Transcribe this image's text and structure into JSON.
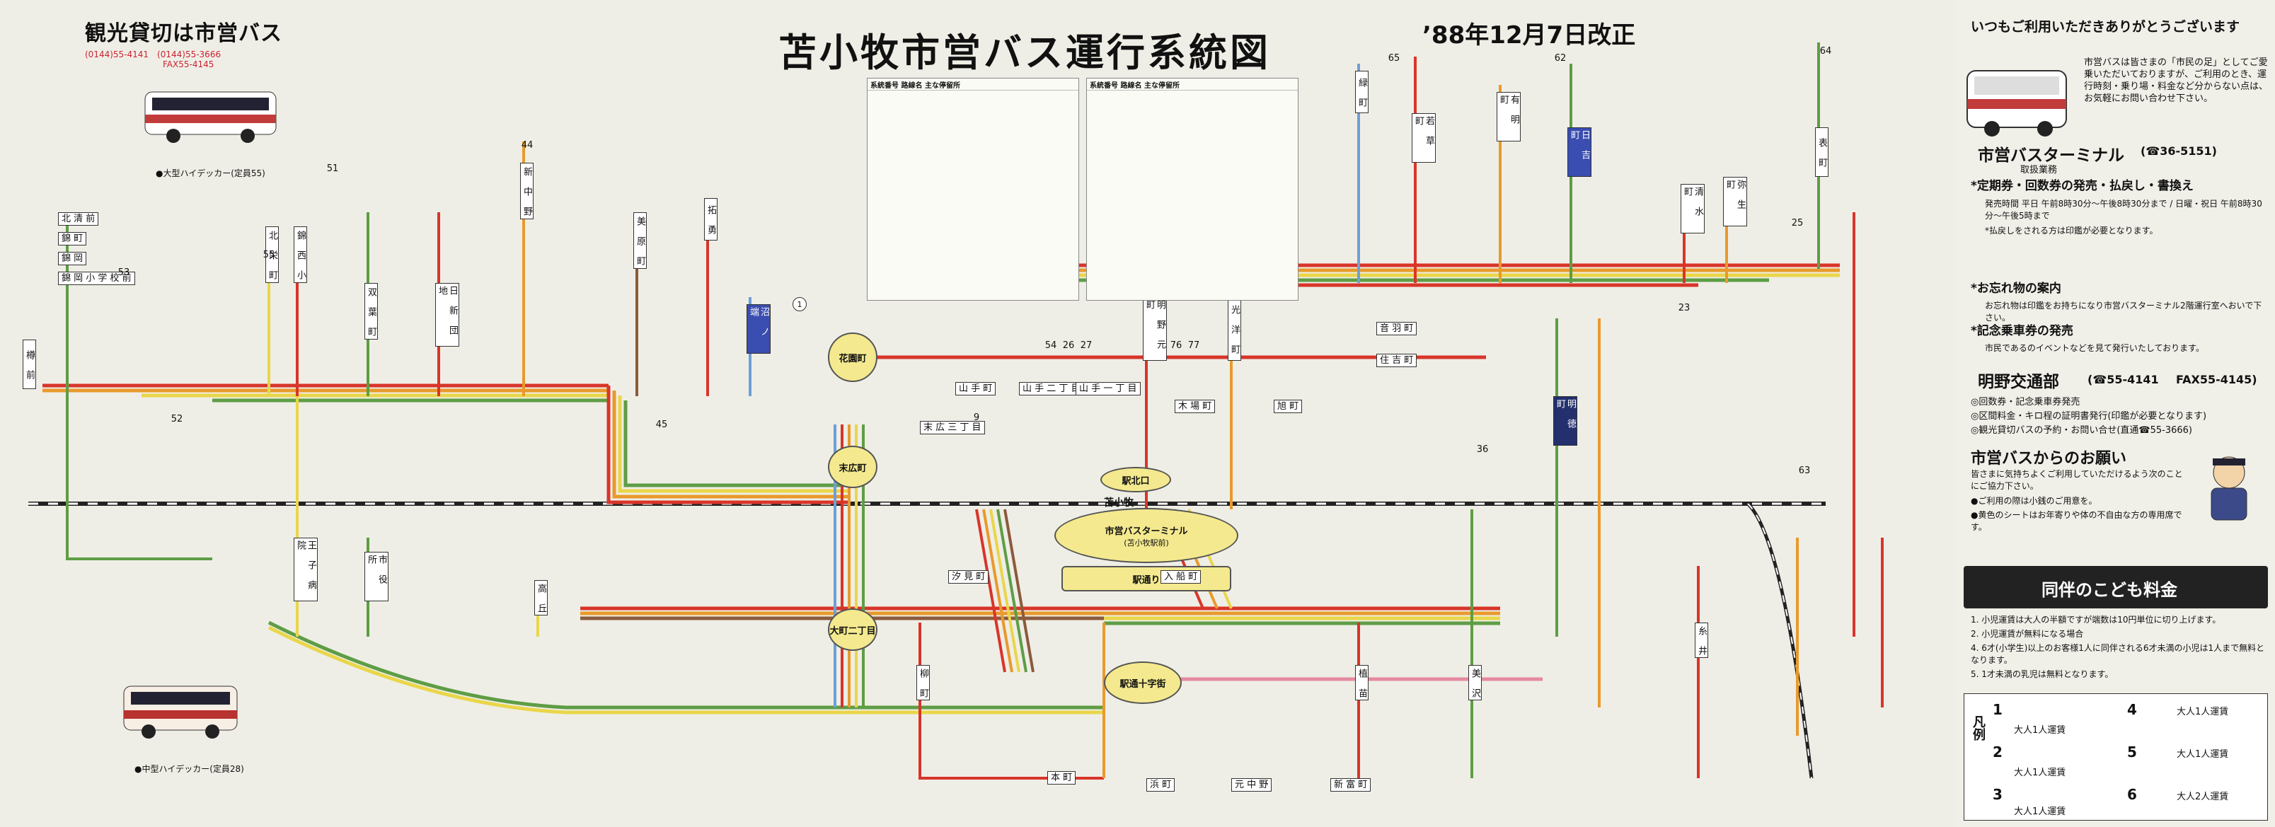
{
  "map": {
    "title": "苫小牧市営バス運行系統図",
    "revision": "’88年12月7日改正",
    "hubs": {
      "station_north": "駅北口",
      "terminal": "市営バスターミナル",
      "terminal_sub": "(苫小牧駅前)",
      "ekidori": "駅通り",
      "ekidori_jujigai": "駅通十字街",
      "omachi": "大町二丁目",
      "hanazono": "花園町",
      "suehiro": "末広町"
    },
    "rail_label": "苫小牧",
    "routes_top": [
      "54",
      "26",
      "27",
      "76",
      "77",
      "1",
      "9",
      "23",
      "25",
      "36",
      "63",
      "65",
      "62",
      "64",
      "44",
      "45",
      "51",
      "52",
      "53",
      "55"
    ],
    "stops": {
      "a1": "北 清 前",
      "a2": "錦 町",
      "a3": "錦 岡",
      "a4": "錦 岡 小 学 校 前",
      "a5": "樽 前",
      "a6": "北 栄 町",
      "a7": "錦 西 小",
      "a8": "双 葉 町",
      "a9": "日 新 団 地",
      "a10": "新 中 野",
      "a11": "美 原 町",
      "a12": "拓 勇",
      "a13": "沼 ノ 端",
      "a14": "明 野 元 町",
      "a15": "光 洋 町",
      "a16": "緑 町",
      "a17": "若 草 町",
      "a18": "有 明 町",
      "a19": "日 吉 町",
      "a20": "清 水 町",
      "a21": "弥 生 町",
      "a22": "表 町",
      "a23": "王 子 病 院",
      "a24": "市 役 所",
      "a25": "高 丘",
      "a26": "柳 町",
      "a27": "植 苗",
      "a28": "美 沢",
      "a29": "糸 井",
      "a30": "明 徳 町",
      "a31": "山 手 町",
      "a32": "山 手 二 丁 目",
      "a33": "山 手 一 丁 目",
      "a34": "末 広 三 丁 目",
      "a35": "木 場 町",
      "a36": "旭 町",
      "a37": "住 吉 町",
      "a38": "音 羽 町",
      "a39": "入 船 町",
      "a40": "汐 見 町",
      "a41": "本 町",
      "a42": "浜 町",
      "a43": "元 中 野",
      "a44": "新 富 町"
    },
    "timetable_label": "系統番号 路線名 主な停留所"
  },
  "left_ad": {
    "title": "観光貸切は市営バス",
    "phone1": "(0144)55-4141",
    "phone2": "(0144)55-3666",
    "fax": "FAX55-4145",
    "bus_large_caption": "●大型ハイデッカー(定員55)",
    "bus_mid_caption": "●中型ハイデッカー(定員28)"
  },
  "right_panel": {
    "greeting": "いつもご利用いただきありがとうございます",
    "intro": "市営バスは皆さまの「市民の足」としてご愛乗いただいておりますが、ご利用のとき、運行時刻・乗り場・料金など分からない点は、お気軽にお問い合わせ下さい。",
    "terminal_heading": "市営バスターミナル",
    "terminal_phone": "(☎36-5151)",
    "terminal_services": "取扱業務",
    "item1": "*定期券・回数券の発売・払戻し・書換え",
    "item1_detail": "発売時間 平日 午前8時30分〜午後8時30分まで / 日曜・祝日 午前8時30分〜午後5時まで",
    "item1_note": "*払戻しをされる方は印鑑が必要となります。",
    "item2": "*お忘れ物の案内",
    "item2_detail": "お忘れ物は印鑑をお持ちになり市営バスターミナル2階運行室へおいで下さい。",
    "item3": "*記念乗車券の発売",
    "item3_detail": "市民であるのイベントなどを見て発行いたしております。",
    "akeno_heading": "明野交通部",
    "akeno_phone": "(☎55-4141",
    "akeno_fax": "FAX55-4145)",
    "akeno_items": [
      "◎回数券・記念乗車券発売",
      "◎区間料金・キロ程の証明書発行(印鑑が必要となります)",
      "◎観光貸切バスの予約・お問い合せ(直通☎55-3666)"
    ],
    "request_heading": "市営バスからのお願い",
    "request_text": "皆さまに気持ちよくご利用していただけるよう次のことにご協力下さい。",
    "request_items": [
      "●ご利用の際は小銭のご用意を。",
      "●黄色のシートはお年寄りや体の不自由な方の専用席です。"
    ],
    "child_fare_heading": "同伴のこども料金",
    "child_fare_rules": [
      "1. 小児運賃は大人の半額ですが端数は10円単位に切り上げます。",
      "2. 小児運賃が無料になる場合",
      "4. 6才(小学生)以上のお客様1人に同伴される6才未満の小児は1人まで無料となります。",
      "5. 1才未満の乳児は無料となります。"
    ],
    "legend_label": "凡例",
    "legend_rows": [
      {
        "num": "1",
        "text": "大人1人運賃"
      },
      {
        "num": "2",
        "text": "大人1人運賃"
      },
      {
        "num": "3",
        "text": "大人1人運賃"
      },
      {
        "num": "4",
        "text": "大人1人運賃"
      },
      {
        "num": "5",
        "text": "大人1人運賃"
      },
      {
        "num": "6",
        "text": "大人2人運賃"
      }
    ]
  },
  "colors": {
    "red": "#d8352a",
    "orange": "#e89a2c",
    "yellow": "#e9d64a",
    "green": "#5e9d45",
    "blue": "#6f9fd4",
    "navy": "#3a4db0",
    "brown": "#8b5a3c",
    "gray": "#8c8c8c",
    "pink": "#e58aa0"
  }
}
